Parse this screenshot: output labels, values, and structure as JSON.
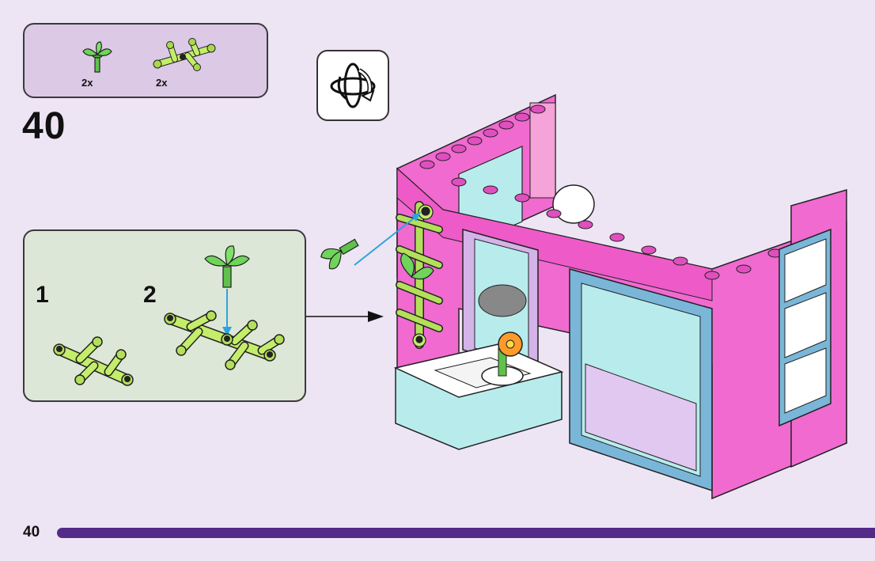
{
  "parts_list": {
    "items": [
      {
        "name": "leaf-element-part",
        "count": "2x"
      },
      {
        "name": "branch-plate-part",
        "count": "2x"
      }
    ]
  },
  "step": {
    "number": "40"
  },
  "sub_steps": {
    "labels": [
      "1",
      "2"
    ]
  },
  "colors": {
    "background": "#ede4f4",
    "parts_box": "#dcc9e6",
    "sub_box": "#dde7d8",
    "pink_brick": "#f06ad0",
    "lime": "#b5e65a",
    "green": "#5fc24a",
    "transparent_blue": "#b8ecec",
    "progress": "#542a88"
  },
  "footer": {
    "page_number": "40",
    "progress_fraction": 1.0
  }
}
